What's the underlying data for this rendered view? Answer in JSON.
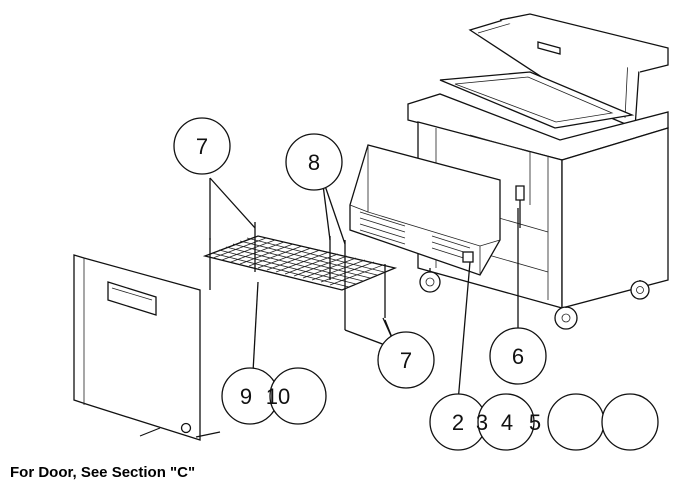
{
  "callouts": {
    "c1": "7",
    "c2": "8",
    "c3": "7",
    "c4": "6",
    "c5": "9",
    "c6": "10",
    "c7": "2",
    "c8": "3",
    "c9": "4",
    "c10": "5"
  },
  "caption": "For Door, See Section \"C\""
}
